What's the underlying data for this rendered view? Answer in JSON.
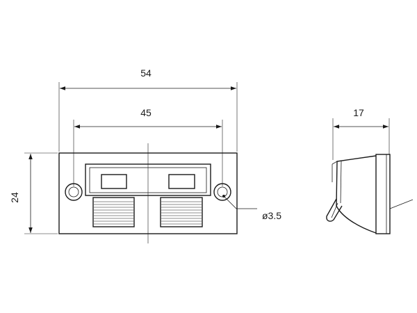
{
  "dimensions": {
    "overall_width": "54",
    "hole_spacing": "45",
    "height": "24",
    "hole_diameter": "ø3.5",
    "depth": "17"
  },
  "colors": {
    "line": "#1a1a1a",
    "background": "#ffffff"
  }
}
